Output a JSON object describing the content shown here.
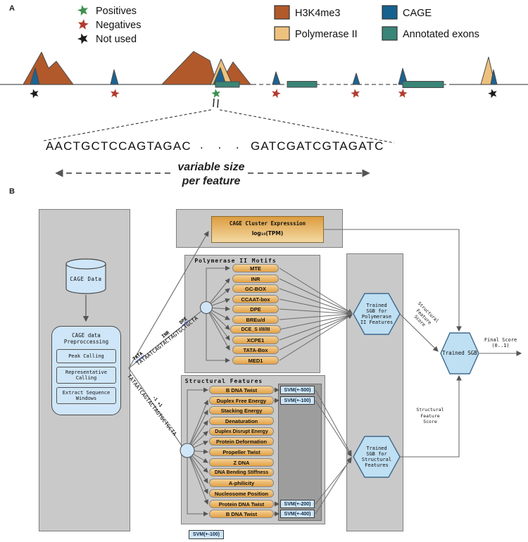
{
  "a": {
    "label": "A",
    "star_legend": [
      {
        "label": "Positives",
        "color": "#3f9050"
      },
      {
        "label": "Negatives",
        "color": "#b23c30"
      },
      {
        "label": "Not used",
        "color": "#1b1b1b"
      }
    ],
    "track_legend": [
      {
        "label": "H3K4me3",
        "color": "#b2592b"
      },
      {
        "label": "Polymerase II",
        "color": "#eec17f"
      },
      {
        "label": "CAGE",
        "color": "#16618e"
      },
      {
        "label": "Annotated exons",
        "color": "#3a8577"
      }
    ],
    "seq_left": "AACTGCTCCAGTAGAC",
    "seq_dots": ". . .",
    "seq_right": "GATCGATCGTAGATC",
    "size_note1": "variable size",
    "size_note2": "per feature"
  },
  "b": {
    "label": "B",
    "cage_data": "CAGE Data",
    "prep_title": "CAGE data\nPreproccessing",
    "prep_steps": [
      "Peak Calling",
      "Representative\nCalling",
      "Extract Sequence\nWindows"
    ],
    "expr_line1": "CAGE Cluster Expresssion",
    "expr_line2": "log₁₀(TPM)",
    "motifs_title": "Polymerase II Motifs",
    "motifs": [
      "MTE",
      "INR",
      "GC-BOX",
      "CCAAT-box",
      "DPE",
      "BREu/d",
      "DCE_S I/II/III",
      "XCPE1",
      "TATA-Box",
      "MED1"
    ],
    "struct_title": "Structural Features",
    "structs": [
      "B DNA Twist",
      "Duplex Free Energy",
      "Stacking Energy",
      "Denaturation",
      "Duplex Disrupt Energy",
      "Protein Deformation",
      "Propeller Twist",
      "Z DNA",
      "DNA Bending Stiffness",
      "A-philicity",
      "Nucleosome Position",
      "Protein DNA Twist",
      "B DNA Twist"
    ],
    "svm_500": "SVM(+-500)",
    "svm_100": "SVM(+-100)",
    "svm_200": "SVM(+-200)",
    "svm_400": "SVM(+-400)",
    "svm_legend": "SVM(+-100)",
    "seq_upper": "TATAATCAGTACTAGTGCTGCTA",
    "seq_upper_tata": "TATA",
    "seq_upper_inr": "INR",
    "seq_upper_dpe": "DPE",
    "seq_lower": "TATAATCAGTACTAGTGCTGCTA",
    "seq_lower_pos": "-1 +1",
    "hex_pol": "Trained\nSGB for\nPolymerase\nII Features",
    "hex_struct": "Trained\nSGB for\nStructural\nFeatures",
    "hex_final": "Trained SGB",
    "score_diag": "Structural\nFeature\nScore",
    "score_mid": "Structural\nFeature\nScore",
    "final_score": "Final Score\n(0..1)"
  }
}
